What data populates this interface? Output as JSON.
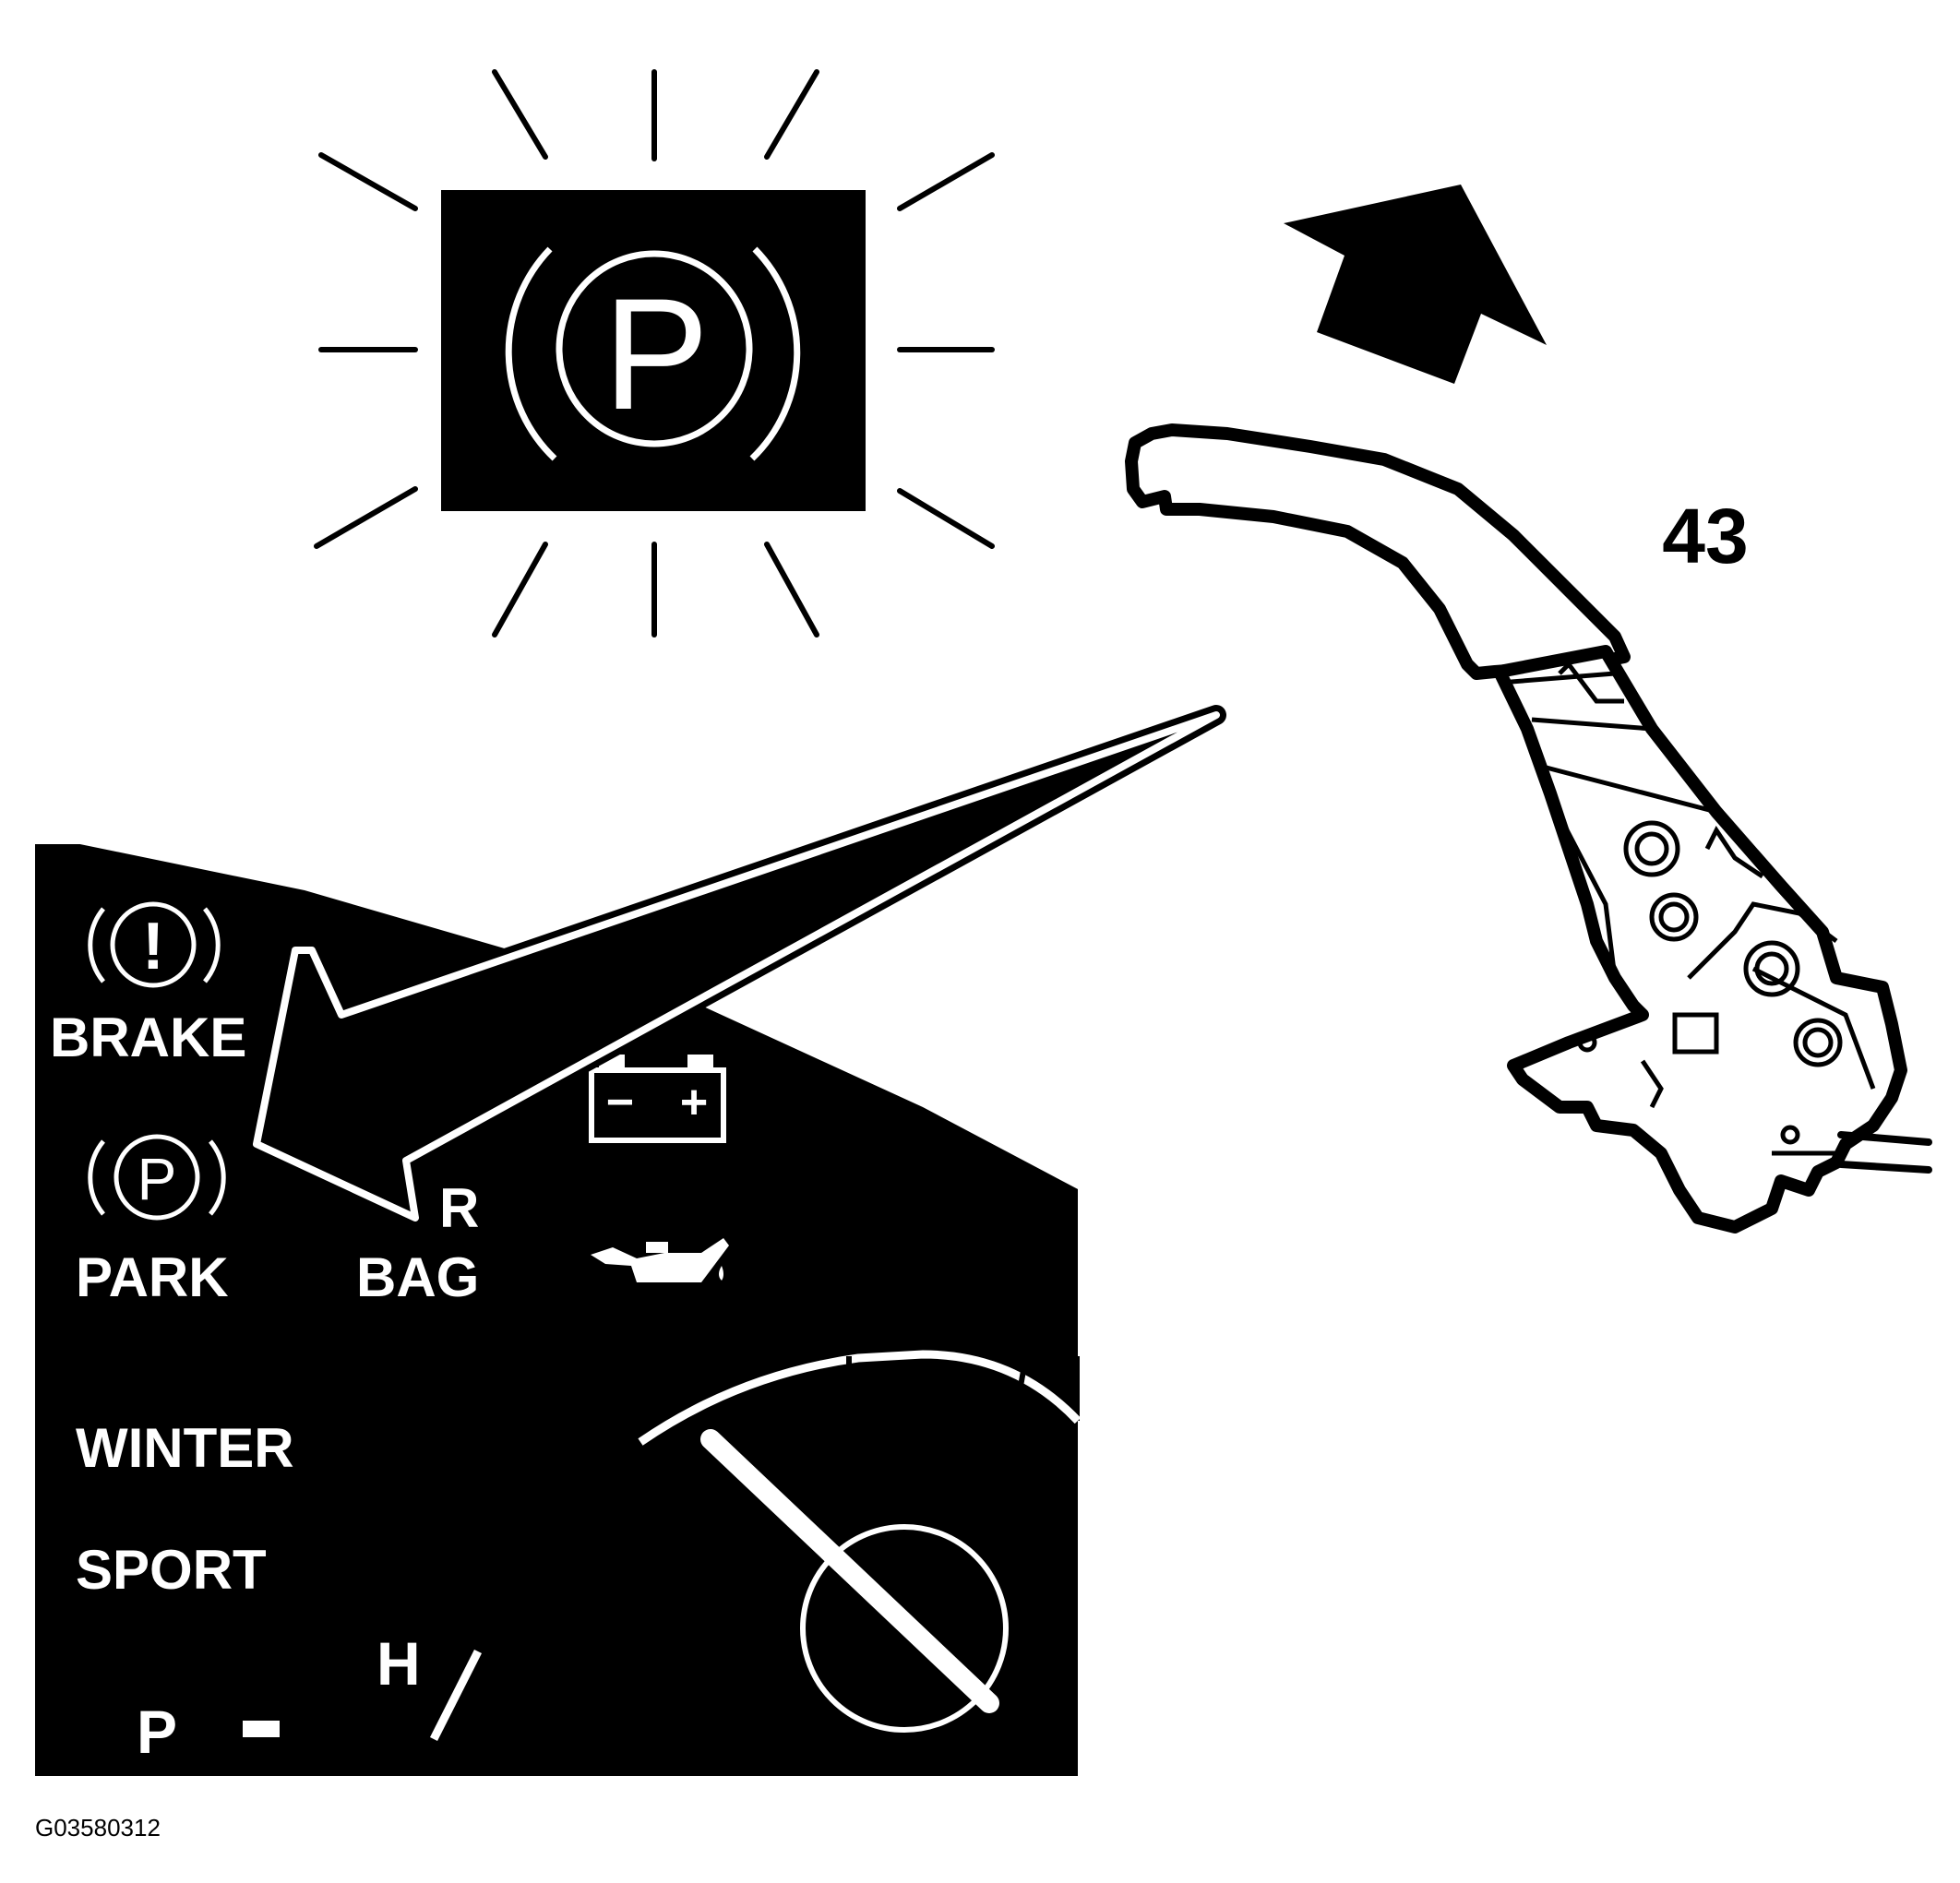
{
  "indicator": {
    "symbol": "P"
  },
  "callout_number": "43",
  "cluster": {
    "brake_label": "BRAKE",
    "brake_symbol": "!",
    "park_label": "PARK",
    "park_symbol": "P",
    "airbag_label_top": "R",
    "airbag_label_bottom": "BAG",
    "battery_minus": "−",
    "battery_plus": "+",
    "winter_label": "WINTER",
    "sport_label": "SPORT",
    "gear_p": "P",
    "temp_h": "H"
  },
  "figure_code": "G03580312",
  "colors": {
    "ink": "#000000",
    "paper": "#ffffff"
  }
}
